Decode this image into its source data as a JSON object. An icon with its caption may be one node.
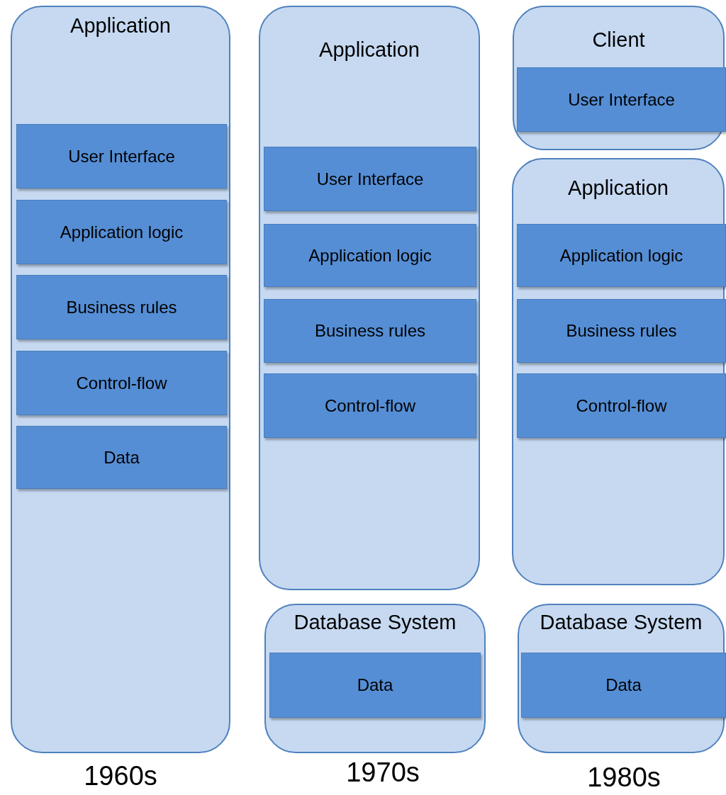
{
  "diagram": {
    "nodes": [
      {
        "text": [
          "Application"
        ]
      },
      {
        "text": [
          "User Interface"
        ],
        "in": 0
      },
      {
        "text": [
          "Application logic"
        ],
        "in": 0
      },
      {
        "text": [
          "Business rules"
        ],
        "in": 0
      },
      {
        "text": [
          "Control-flow"
        ],
        "in": 0
      },
      {
        "text": [
          "Data"
        ],
        "in": 0
      },
      {
        "text": [
          "Application"
        ]
      },
      {
        "text": [
          "User Interface"
        ],
        "in": 6
      },
      {
        "text": [
          "Application logic"
        ],
        "in": 6
      },
      {
        "text": [
          "Business rules"
        ],
        "in": 6
      },
      {
        "text": [
          "Control-flow"
        ],
        "in": 6
      },
      {
        "text": [
          "Database System"
        ]
      },
      {
        "text": [
          "Data"
        ],
        "in": 11
      },
      {
        "text": [
          "Client"
        ]
      },
      {
        "text": [
          "User Interface"
        ],
        "in": 13
      },
      {
        "text": [
          "Application"
        ]
      },
      {
        "text": [
          "Application logic"
        ],
        "in": 15
      },
      {
        "text": [
          "Business rules"
        ],
        "in": 15
      },
      {
        "text": [
          "Control-flow"
        ],
        "in": 15
      },
      {
        "text": [
          "Database System"
        ]
      },
      {
        "text": [
          "Data"
        ],
        "in": 19
      }
    ],
    "edges": [],
    "labels": [
      "1960s",
      "1970s",
      "1980s"
    ]
  }
}
